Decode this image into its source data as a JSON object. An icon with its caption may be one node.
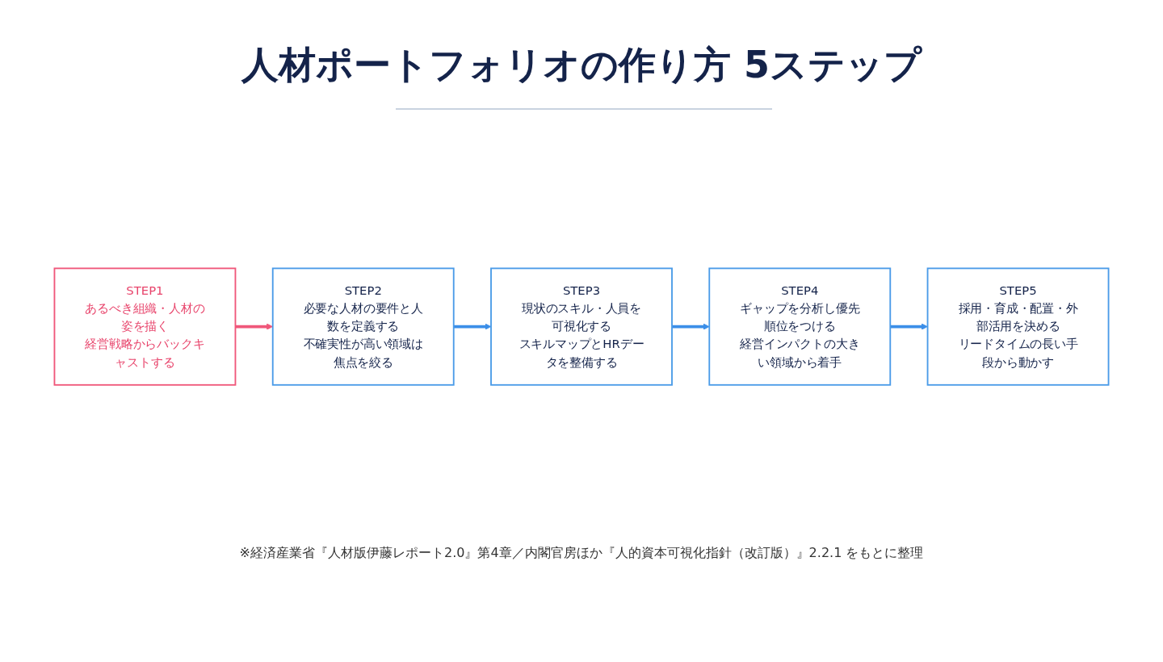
{
  "diagram": {
    "title": "人材ポートフォリオの作り方 5ステップ",
    "nodes": [
      {
        "text": [
          "STEP1",
          "あるべき組織・人材の姿を描く",
          "経営戦略からバックキャストする"
        ]
      },
      {
        "text": [
          "STEP2",
          "必要な人材の要件と人数を定義する",
          "不確実性が高い領域は焦点を絞る"
        ]
      },
      {
        "text": [
          "STEP3",
          "現状のスキル・人員を可視化する",
          "スキルマップとHRデータを整備する"
        ]
      },
      {
        "text": [
          "STEP4",
          "ギャップを分析し優先順位をつける",
          "経営インパクトの大きい領域から着手"
        ]
      },
      {
        "text": [
          "STEP5",
          "採用・育成・配置・外部活用を決める",
          "リードタイムの長い手段から動かす"
        ]
      }
    ],
    "edges": [
      {
        "from": 0,
        "to": 1,
        "arrow": "to",
        "color": "#f0577a"
      },
      {
        "from": 1,
        "to": 2,
        "arrow": "to"
      },
      {
        "from": 2,
        "to": 3,
        "arrow": "to"
      },
      {
        "from": 3,
        "to": 4,
        "arrow": "to"
      }
    ],
    "caption": "※経済産業省『人材版伊藤レポート2.0』第4章／内閣官房ほか『人的資本可視化指針（改訂版）』2.2.1 をもとに整理"
  }
}
